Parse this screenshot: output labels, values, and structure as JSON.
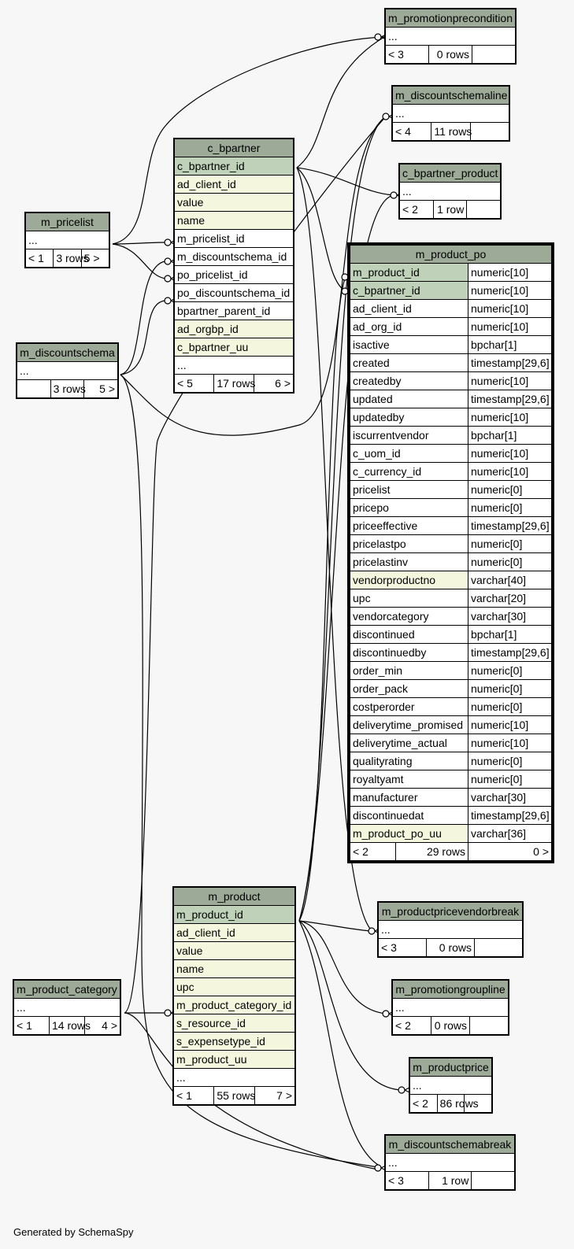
{
  "footer": "Generated by SchemaSpy",
  "tables": {
    "m_promotionprecondition": {
      "name": "m_promotionprecondition",
      "cols": [
        "..."
      ],
      "stats": [
        "< 3",
        "0 rows",
        ""
      ]
    },
    "m_discountschemaline": {
      "name": "m_discountschemaline",
      "cols": [
        "..."
      ],
      "stats": [
        "< 4",
        "11 rows",
        ""
      ]
    },
    "c_bpartner_product": {
      "name": "c_bpartner_product",
      "cols": [
        "..."
      ],
      "stats": [
        "< 2",
        "1 row",
        ""
      ]
    },
    "m_pricelist": {
      "name": "m_pricelist",
      "cols": [
        "..."
      ],
      "stats": [
        "< 1",
        "3 rows",
        "5 >"
      ]
    },
    "m_discountschema": {
      "name": "m_discountschema",
      "cols": [
        "..."
      ],
      "stats": [
        "",
        "3 rows",
        "5 >"
      ]
    },
    "c_bpartner": {
      "name": "c_bpartner",
      "cols": [
        "c_bpartner_id",
        "ad_client_id",
        "value",
        "name",
        "m_pricelist_id",
        "m_discountschema_id",
        "po_pricelist_id",
        "po_discountschema_id",
        "bpartner_parent_id",
        "ad_orgbp_id",
        "c_bpartner_uu",
        "..."
      ],
      "stats": [
        "< 5",
        "17 rows",
        "6 >"
      ]
    },
    "m_product_po": {
      "name": "m_product_po",
      "cols": [
        [
          "m_product_id",
          "numeric[10]"
        ],
        [
          "c_bpartner_id",
          "numeric[10]"
        ],
        [
          "ad_client_id",
          "numeric[10]"
        ],
        [
          "ad_org_id",
          "numeric[10]"
        ],
        [
          "isactive",
          "bpchar[1]"
        ],
        [
          "created",
          "timestamp[29,6]"
        ],
        [
          "createdby",
          "numeric[10]"
        ],
        [
          "updated",
          "timestamp[29,6]"
        ],
        [
          "updatedby",
          "numeric[10]"
        ],
        [
          "iscurrentvendor",
          "bpchar[1]"
        ],
        [
          "c_uom_id",
          "numeric[10]"
        ],
        [
          "c_currency_id",
          "numeric[10]"
        ],
        [
          "pricelist",
          "numeric[0]"
        ],
        [
          "pricepo",
          "numeric[0]"
        ],
        [
          "priceeffective",
          "timestamp[29,6]"
        ],
        [
          "pricelastpo",
          "numeric[0]"
        ],
        [
          "pricelastinv",
          "numeric[0]"
        ],
        [
          "vendorproductno",
          "varchar[40]"
        ],
        [
          "upc",
          "varchar[20]"
        ],
        [
          "vendorcategory",
          "varchar[30]"
        ],
        [
          "discontinued",
          "bpchar[1]"
        ],
        [
          "discontinuedby",
          "timestamp[29,6]"
        ],
        [
          "order_min",
          "numeric[0]"
        ],
        [
          "order_pack",
          "numeric[0]"
        ],
        [
          "costperorder",
          "numeric[0]"
        ],
        [
          "deliverytime_promised",
          "numeric[10]"
        ],
        [
          "deliverytime_actual",
          "numeric[10]"
        ],
        [
          "qualityrating",
          "numeric[0]"
        ],
        [
          "royaltyamt",
          "numeric[0]"
        ],
        [
          "manufacturer",
          "varchar[30]"
        ],
        [
          "discontinuedat",
          "timestamp[29,6]"
        ],
        [
          "m_product_po_uu",
          "varchar[36]"
        ]
      ],
      "stats": [
        "< 2",
        "29 rows",
        "0 >"
      ]
    },
    "m_product": {
      "name": "m_product",
      "cols": [
        "m_product_id",
        "ad_client_id",
        "value",
        "name",
        "upc",
        "m_product_category_id",
        "s_resource_id",
        "s_expensetype_id",
        "m_product_uu",
        "..."
      ],
      "stats": [
        "< 1",
        "55 rows",
        "7 >"
      ]
    },
    "m_product_category": {
      "name": "m_product_category",
      "cols": [
        "..."
      ],
      "stats": [
        "< 1",
        "14 rows",
        "4 >"
      ]
    },
    "m_productpricevendorbreak": {
      "name": "m_productpricevendorbreak",
      "cols": [
        "..."
      ],
      "stats": [
        "< 3",
        "0 rows",
        ""
      ]
    },
    "m_promotiongroupline": {
      "name": "m_promotiongroupline",
      "cols": [
        "..."
      ],
      "stats": [
        "< 2",
        "0 rows",
        ""
      ]
    },
    "m_productprice": {
      "name": "m_productprice",
      "cols": [
        "..."
      ],
      "stats": [
        "< 2",
        "86 rows",
        ""
      ]
    },
    "m_discountschemabreak": {
      "name": "m_discountschemabreak",
      "cols": [
        "..."
      ],
      "stats": [
        "< 3",
        "1 row",
        ""
      ]
    }
  },
  "colors": {
    "header": "#9caa97",
    "primary_key": "#bfd2b9",
    "foreign_key": "#f4f7dd",
    "background": "#f7f7f7"
  }
}
